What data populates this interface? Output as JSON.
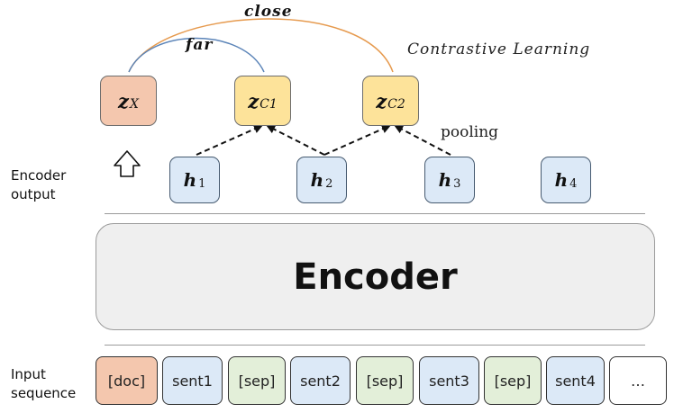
{
  "annotations": {
    "close": "close",
    "far": "far",
    "contrastive": "Contrastive Learning",
    "pooling": "pooling"
  },
  "side_labels": {
    "encoder_output_line1": "Encoder",
    "encoder_output_line2": "output",
    "input_sequence_line1": "Input",
    "input_sequence_line2": "sequence"
  },
  "z_nodes": [
    {
      "base": "z",
      "sub": "X"
    },
    {
      "base": "z",
      "sub": "C1"
    },
    {
      "base": "z",
      "sub": "C2"
    }
  ],
  "h_nodes": [
    {
      "base": "h",
      "sub": "1"
    },
    {
      "base": "h",
      "sub": "2"
    },
    {
      "base": "h",
      "sub": "3"
    },
    {
      "base": "h",
      "sub": "4"
    }
  ],
  "encoder": {
    "label": "Encoder"
  },
  "tokens": [
    "[doc]",
    "sent1",
    "[sep]",
    "sent2",
    "[sep]",
    "sent3",
    "[sep]",
    "sent4",
    "…"
  ],
  "colors": {
    "doc": "#f4c7ae",
    "sent": "#dce9f7",
    "sep": "#e3efd9",
    "z_x": "#f4c7ae",
    "z_c": "#fde39a",
    "close_arc": "#e69a4e",
    "far_arc": "#5b84b8"
  }
}
